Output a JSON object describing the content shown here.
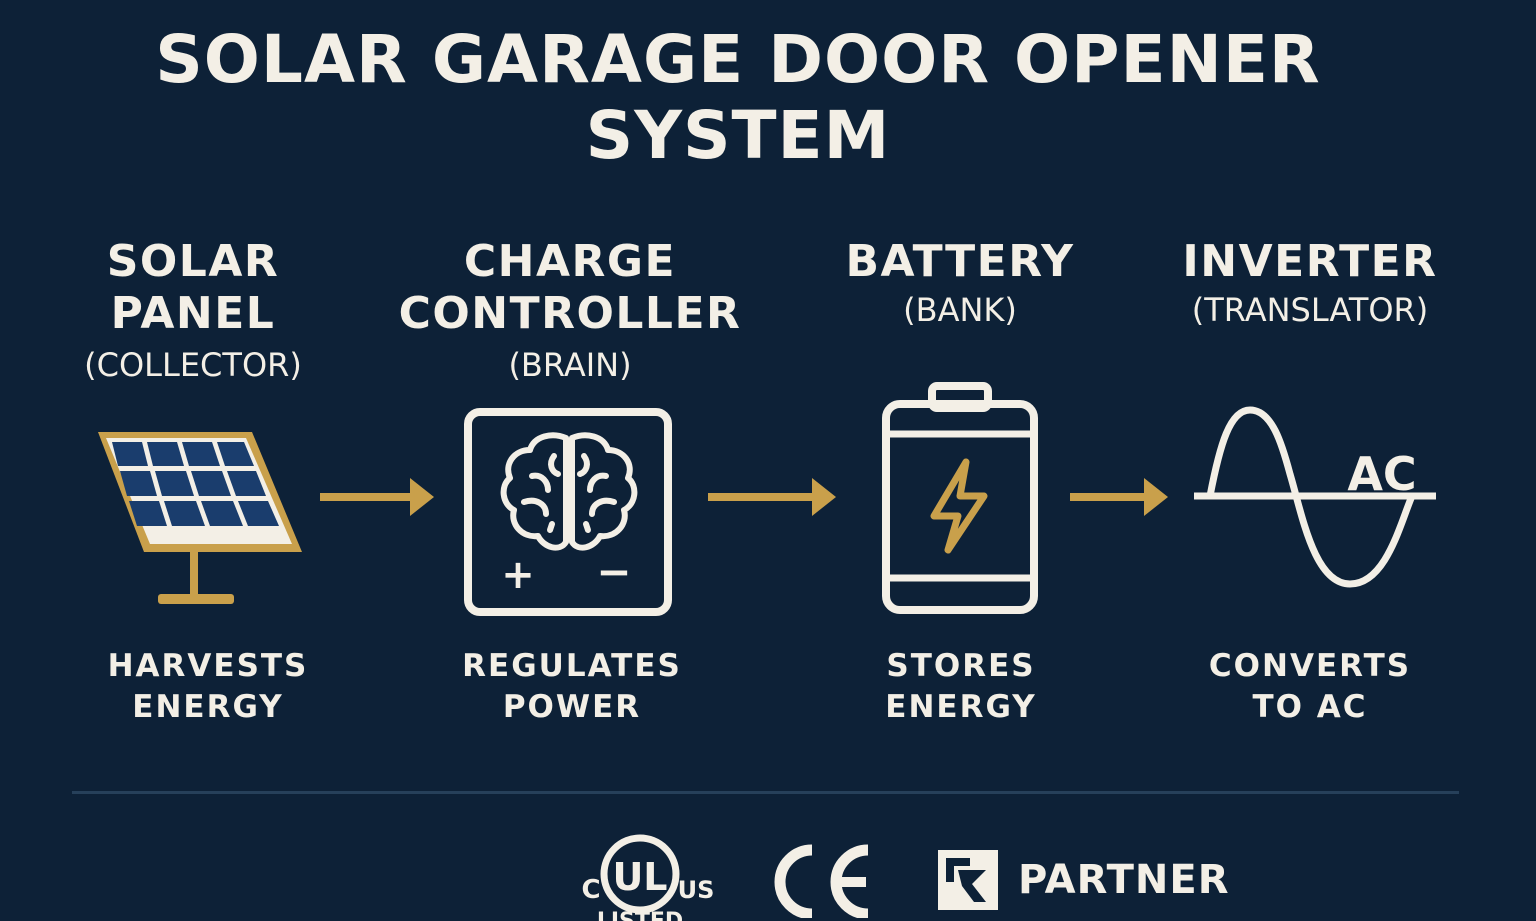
{
  "title": {
    "line1": "SOLAR GARAGE DOOR OPENER",
    "line2": "SYSTEM"
  },
  "stages": [
    {
      "name_lines": [
        "SOLAR",
        "PANEL"
      ],
      "role": "(COLLECTOR)",
      "caption_lines": [
        "HARVESTS",
        "ENERGY"
      ],
      "icon": "solar-panel-icon"
    },
    {
      "name_lines": [
        "CHARGE",
        "CONTROLLER"
      ],
      "role": "(BRAIN)",
      "caption_lines": [
        "REGULATES",
        "POWER"
      ],
      "icon": "brain-controller-icon",
      "plus": "+",
      "minus": "−"
    },
    {
      "name_lines": [
        "BATTERY"
      ],
      "role": "(BANK)",
      "caption_lines": [
        "STORES",
        "ENERGY"
      ],
      "icon": "battery-bolt-icon"
    },
    {
      "name_lines": [
        "INVERTER"
      ],
      "role": "(TRANSLATOR)",
      "caption_lines": [
        "CONVERTS",
        "TO AC"
      ],
      "icon": "sine-wave-icon",
      "ac_label": "AC"
    }
  ],
  "footer": {
    "ul": {
      "c": "C",
      "ul": "UL",
      "us": "US",
      "listed": "LISTED"
    },
    "ce": "CE",
    "partner": "PARTNER"
  },
  "colors": {
    "background": "#0d2137",
    "text": "#f3efe6",
    "accent": "#c9a04b",
    "panel_cell": "#1a3d6d",
    "divider": "#26405a"
  }
}
